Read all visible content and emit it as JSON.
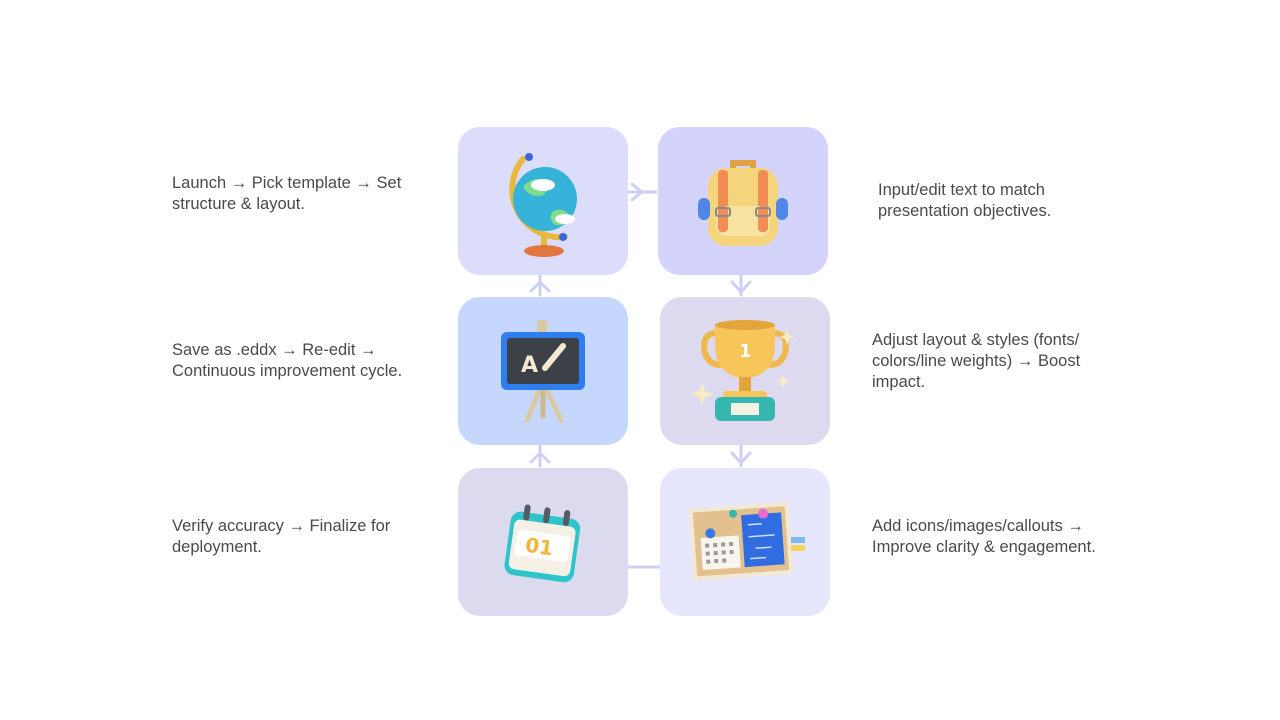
{
  "steps": [
    {
      "text": "Launch → Pick template → Set structure & layout.",
      "icon": "globe-icon"
    },
    {
      "text": "Input/edit text to match presentation objectives.",
      "icon": "backpack-icon"
    },
    {
      "text": "Adjust layout & styles (fonts/ colors/line weights) → Boost impact.",
      "icon": "trophy-icon"
    },
    {
      "text": "Add icons/images/callouts → Improve clarity & engagement.",
      "icon": "corkboard-icon"
    },
    {
      "text": "Verify accuracy → Finalize for deployment.",
      "icon": "calendar-icon"
    },
    {
      "text": "Save as .eddx → Re-edit → Continuous improvement cycle.",
      "icon": "chalkboard-icon"
    }
  ],
  "colors": {
    "connector": "#cfcff6",
    "text": "#4a4a4a"
  }
}
